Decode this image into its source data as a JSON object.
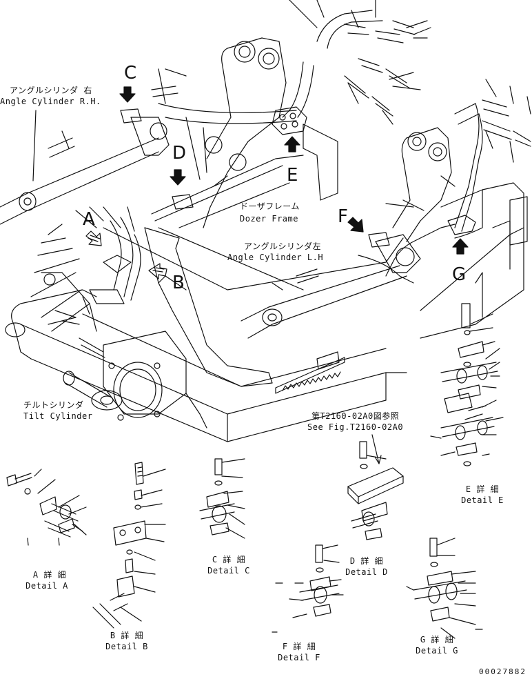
{
  "letters": [
    "A",
    "B",
    "C",
    "D",
    "E",
    "F",
    "G"
  ],
  "labels": {
    "angle_rh_jp": "アングルシリンダ 右",
    "angle_rh_en": "Angle Cylinder R.H.",
    "dozer_jp": "ドーザフレーム",
    "dozer_en": "Dozer Frame",
    "angle_lh_jp": "アングルシリンダ左",
    "angle_lh_en": "Angle Cylinder L.H",
    "tilt_jp": "チルトシリンダ",
    "tilt_en": "Tilt Cylinder",
    "seefig_jp": "第T2160-02A0図参照",
    "seefig_en": "See Fig.T2160-02A0"
  },
  "details": [
    {
      "jp": "A 詳 細",
      "en": "Detail A"
    },
    {
      "jp": "B 詳 細",
      "en": "Detail B"
    },
    {
      "jp": "C 詳 細",
      "en": "Detail C"
    },
    {
      "jp": "D 詳 細",
      "en": "Detail D"
    },
    {
      "jp": "E 詳 細",
      "en": "Detail E"
    },
    {
      "jp": "F 詳 細",
      "en": "Detail F"
    },
    {
      "jp": "G 詳 細",
      "en": "Detail G"
    }
  ],
  "drawing_number": "00027882"
}
